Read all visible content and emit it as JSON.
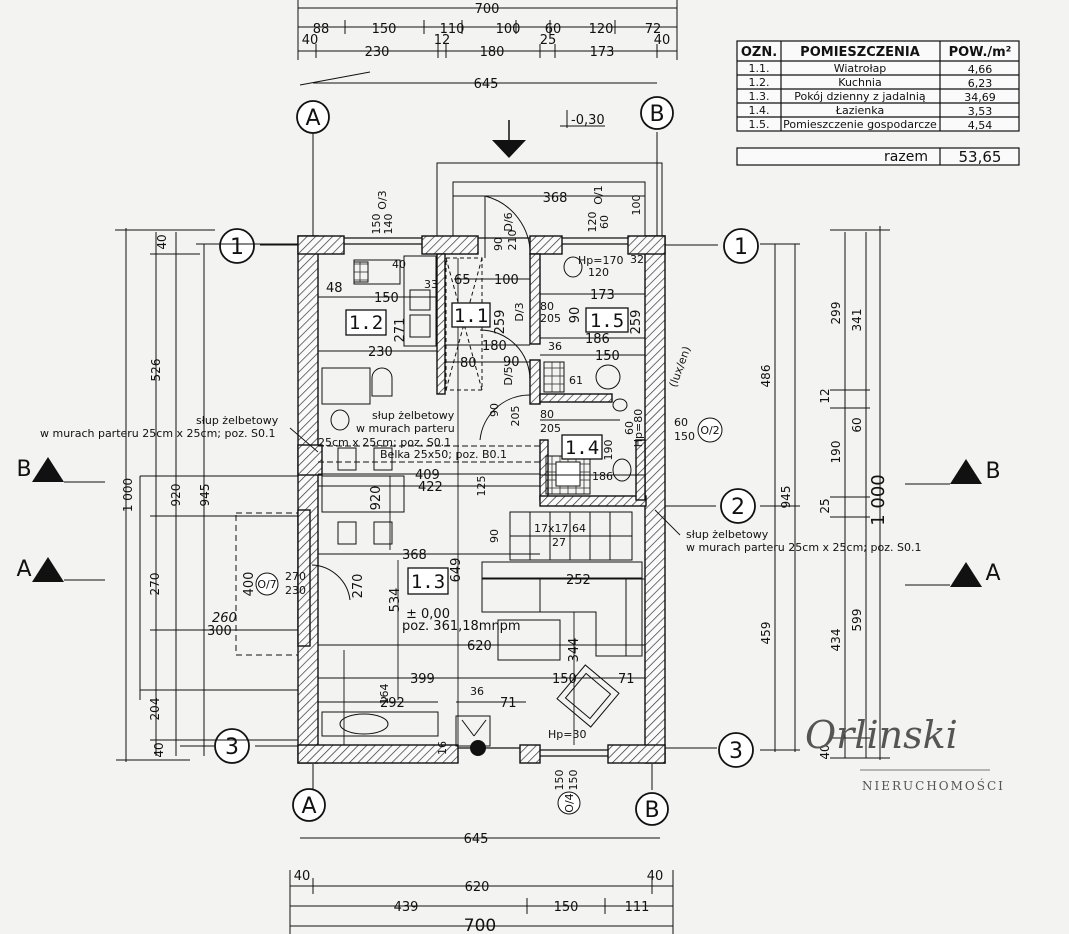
{
  "dims": {
    "top_total": "700",
    "top_row1": [
      "88",
      "150",
      "110",
      "100",
      "60",
      "120",
      "72"
    ],
    "top_row2": [
      "40",
      "230",
      "12",
      "180",
      "25",
      "173",
      "40"
    ],
    "top_645": "645",
    "bottom_645": "645",
    "bottom_620": "620",
    "bottom_40a": "40",
    "bottom_40b": "40",
    "bottom_row": [
      "439",
      "150",
      "111"
    ],
    "bottom_total": "700",
    "left_outer": [
      "1 000",
      "920",
      "945"
    ],
    "left_526": "526",
    "left_40": "40",
    "left_270": "270",
    "left_204": "204",
    "left_40b": "40",
    "right_486": "486",
    "right_945": "945",
    "right_459": "459",
    "right_299": "299",
    "right_341": "341",
    "right_12": "12",
    "right_60": "60",
    "right_190": "190",
    "right_25": "25",
    "right_434": "434",
    "right_599": "599",
    "right_1000": "1 000",
    "right_40": "40"
  },
  "interior": {
    "level": "-0,30",
    "d368": "368",
    "o3": "O/3",
    "v150": "150",
    "v140": "140",
    "d6": "D/6",
    "v90a": "90",
    "v210": "210",
    "o1": "O/1",
    "v120": "120",
    "v60a": "60",
    "v100": "100",
    "v40": "40",
    "d65": "65",
    "d100": "100",
    "d33": "33",
    "d48": "48",
    "d150a": "150",
    "hp170": "Hp=170",
    "d120": "120",
    "d32": "32",
    "d173": "173",
    "d271": "271",
    "d259a": "259",
    "d3": "D/3",
    "d80a": "80",
    "d205a": "205",
    "d90b": "90",
    "d259b": "259",
    "d230": "230",
    "d180": "180",
    "d186a": "186",
    "d36a": "36",
    "d80b": "80",
    "d90c": "90",
    "d150b": "150",
    "d5": "D/5",
    "d61": "61",
    "d90d": "90",
    "d205b": "205",
    "d80c": "80",
    "d205c": "205",
    "d60b": "60",
    "hp80": "Hp=80",
    "d60c": "60",
    "d150c": "150",
    "o2": "O/2",
    "handwritten": "(lux/en)",
    "belka": "Belka 25x50; poz. B0.1",
    "d409": "409",
    "d422": "422",
    "d125": "125",
    "d190": "190",
    "d186b": "186",
    "d920": "920",
    "d649": "649",
    "stairs": "17x17,64",
    "d27": "27",
    "d90e": "90",
    "d368b": "368",
    "d252": "252",
    "d400": "400",
    "o7": "O/7",
    "d270a": "270",
    "d230b": "230",
    "d270b": "270",
    "d534": "534",
    "level0": "± 0,00",
    "poz": "poz. 361,18mnpm",
    "d260": "260",
    "d300": "300",
    "d620": "620",
    "d344": "344",
    "d399": "399",
    "d150d": "150",
    "d71a": "71",
    "d164": "164",
    "d292": "292",
    "d36b": "36",
    "d71b": "71",
    "hp30": "Hp=30",
    "d16": "16",
    "d150e": "150",
    "d150f": "150",
    "o4": "O/4"
  },
  "notes": {
    "slup1": [
      "słup żelbetowy",
      "w murach parteru 25cm x 25cm; poz. S0.1"
    ],
    "slup2": [
      "słup żelbetowy",
      "w murach parteru",
      "25cm x 25cm; poz. S0.1"
    ],
    "slup3": [
      "słup żelbetowy",
      "w murach parteru 25cm x 25cm; poz. S0.1"
    ]
  },
  "rooms": [
    "1.1",
    "1.2",
    "1.3",
    "1.4",
    "1.5"
  ],
  "axes": {
    "A_top": "A",
    "B_top": "B",
    "A_bottom": "A",
    "B_bottom": "B",
    "r1_left": "1",
    "r1_right": "1",
    "r2_right": "2",
    "r3_left": "3",
    "r3_right": "3"
  },
  "sections": {
    "B_left": "B",
    "A_left": "A",
    "B_right": "B",
    "A_right": "A"
  },
  "table": {
    "headers": [
      "OZN.",
      "POMIESZCZENIA",
      "POW./m²"
    ],
    "rows": [
      {
        "ozn": "1.1.",
        "name": "Wiatrołap",
        "pow": "4,66"
      },
      {
        "ozn": "1.2.",
        "name": "Kuchnia",
        "pow": "6,23"
      },
      {
        "ozn": "1.3.",
        "name": "Pokój dzienny z jadalnią",
        "pow": "34,69"
      },
      {
        "ozn": "1.4.",
        "name": "Łazienka",
        "pow": "3,53"
      },
      {
        "ozn": "1.5.",
        "name": "Pomieszczenie gospodarcze",
        "pow": "4,54"
      }
    ],
    "total_label": "razem",
    "total_value": "53,65"
  },
  "logo": {
    "script": "Orlinski",
    "sub": "NIERUCHOMOŚCI"
  }
}
